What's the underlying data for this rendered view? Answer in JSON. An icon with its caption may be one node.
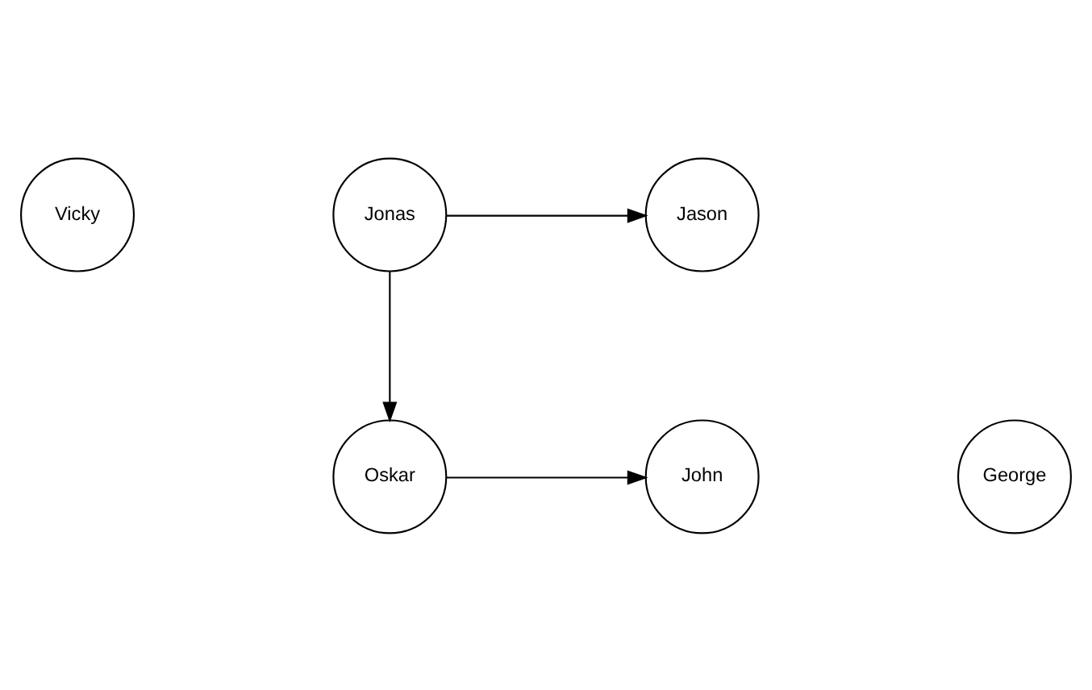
{
  "diagram": {
    "nodes": [
      {
        "text": [
          "Vicky"
        ]
      },
      {
        "text": [
          "Jonas"
        ]
      },
      {
        "text": [
          "Jason"
        ]
      },
      {
        "text": [
          "John"
        ]
      },
      {
        "text": [
          "Oskar"
        ]
      },
      {
        "text": [
          "George"
        ]
      }
    ],
    "edges": [
      {
        "from": 1,
        "to": 2,
        "arrow": "to"
      },
      {
        "from": 1,
        "to": 4,
        "arrow": "to"
      },
      {
        "from": 4,
        "to": 3,
        "arrow": "to"
      }
    ]
  }
}
